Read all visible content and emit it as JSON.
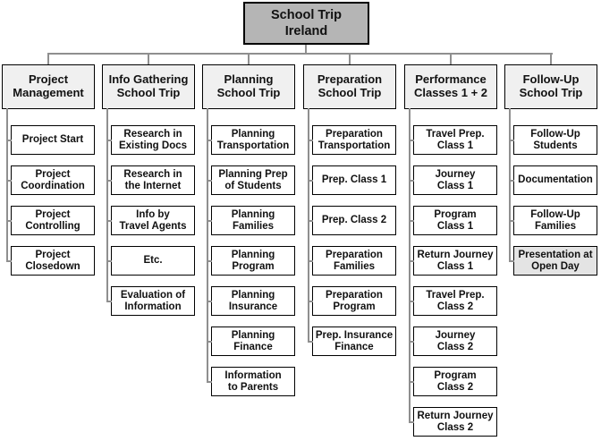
{
  "title": "School Trip Ireland work breakdown structure",
  "root": {
    "label": "School Trip\nIreland"
  },
  "columns": [
    {
      "header": "Project\nManagement",
      "children": [
        "Project Start",
        "Project\nCoordination",
        "Project\nControlling",
        "Project\nClosedown"
      ]
    },
    {
      "header": "Info Gathering\nSchool Trip",
      "children": [
        "Research in\nExisting Docs",
        "Research in\nthe Internet",
        "Info by\nTravel Agents",
        "Etc.",
        "Evaluation of\nInformation"
      ]
    },
    {
      "header": "Planning\nSchool Trip",
      "children": [
        "Planning\nTransportation",
        "Planning Prep\nof Students",
        "Planning\nFamilies",
        "Planning\nProgram",
        "Planning\nInsurance",
        "Planning\nFinance",
        "Information\nto Parents"
      ]
    },
    {
      "header": "Preparation\nSchool Trip",
      "children": [
        "Preparation\nTransportation",
        "Prep. Class 1",
        "Prep. Class 2",
        "Preparation\nFamilies",
        "Preparation\nProgram",
        "Prep. Insurance\nFinance"
      ]
    },
    {
      "header": "Performance\nClasses 1 + 2",
      "children": [
        "Travel Prep.\nClass 1",
        "Journey\nClass 1",
        "Program\nClass 1",
        "Return Journey\nClass 1",
        "Travel Prep.\nClass 2",
        "Journey\nClass 2",
        "Program\nClass 2",
        "Return Journey\nClass 2"
      ]
    },
    {
      "header": "Follow-Up\nSchool Trip",
      "children": [
        "Follow-Up\nStudents",
        "Documentation",
        "Follow-Up\nFamilies",
        "Presentation at\nOpen Day"
      ],
      "highlighted_child": "Presentation at Open Day"
    }
  ],
  "colors": {
    "root_fill": "#b5b5b5",
    "header_fill": "#f0f0f0",
    "highlight_fill": "#e4e4e4",
    "node_fill": "#ffffff",
    "line": "#8f8f8f",
    "border": "#000000",
    "text": "#111111"
  }
}
